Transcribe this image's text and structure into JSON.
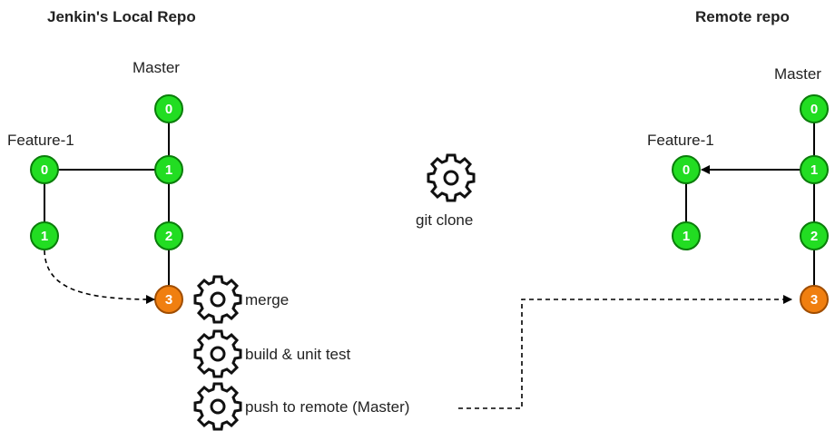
{
  "local": {
    "title": "Jenkin's Local Repo",
    "master_label": "Master",
    "feature_label": "Feature-1",
    "master_commits": [
      "0",
      "1",
      "2",
      "3"
    ],
    "feature_commits": [
      "0",
      "1"
    ]
  },
  "remote": {
    "title": "Remote repo",
    "master_label": "Master",
    "feature_label": "Feature-1",
    "master_commits": [
      "0",
      "1",
      "2",
      "3"
    ],
    "feature_commits": [
      "0",
      "1"
    ]
  },
  "steps": {
    "clone": "git clone",
    "merge": "merge",
    "build": "build & unit test",
    "push": "push to remote (Master)"
  },
  "icons": [
    "gear-icon"
  ],
  "colors": {
    "commit": "#22dd22",
    "commit_stroke": "#0a7d0a",
    "new_commit": "#f07f10",
    "new_commit_stroke": "#a04d00"
  }
}
